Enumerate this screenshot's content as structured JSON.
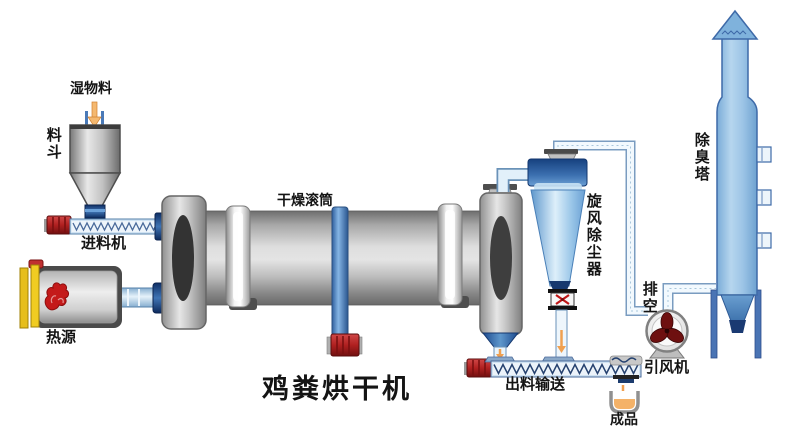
{
  "diagram": {
    "title": "鸡粪烘干机",
    "labels": {
      "wet_material": "湿物料",
      "hopper": "料斗",
      "feeder": "进料机",
      "heat_source": "热源",
      "drying_drum": "干燥滚筒",
      "cyclone": "旋风除尘器",
      "vent": "排空",
      "deodorizing_tower": "除臭塔",
      "induced_draft_fan": "引风机",
      "discharge_conveyor": "出料输送",
      "finished_product": "成品"
    },
    "colors": {
      "equipment_gray": "#c9c9c9",
      "pipe_border_blue": "#7a9cc0",
      "cyclone_blue": "#2e5fa3",
      "tower_blue": "#9cc4e6",
      "motor_red": "#b02020",
      "flame_red": "#c41a1a",
      "arrow_orange": "#f0a050",
      "bar_yellow": "#e8c21a",
      "navy": "#0f2f66"
    }
  }
}
